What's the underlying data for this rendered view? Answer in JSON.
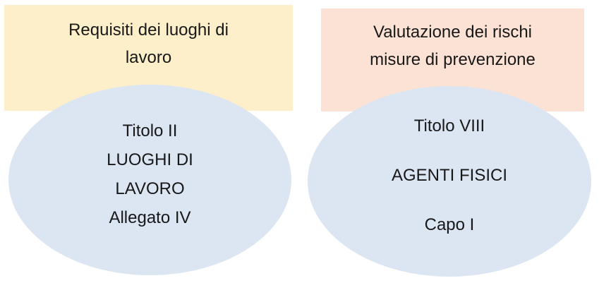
{
  "diagram": {
    "title": "Requisiti dei luoghi di lavoro / Valutazione dei rischi",
    "colors": {
      "band_left_fill": "#fdefc9",
      "band_right_fill": "#fbe2d5",
      "ellipse_fill": "#dce6f2",
      "text": "#181818",
      "background": "#ffffff"
    },
    "groups": [
      {
        "id": "left",
        "band": {
          "lines": [
            "Requisiti dei luoghi di",
            "lavoro"
          ]
        },
        "ellipse": {
          "lines": [
            "Titolo II",
            "LUOGHI DI",
            "LAVORO",
            "Allegato IV"
          ]
        }
      },
      {
        "id": "right",
        "band": {
          "lines": [
            "Valutazione dei rischi",
            "misure di prevenzione"
          ]
        },
        "ellipse": {
          "lines": [
            "Titolo VIII",
            "AGENTI FISICI",
            "Capo I"
          ]
        }
      }
    ]
  }
}
